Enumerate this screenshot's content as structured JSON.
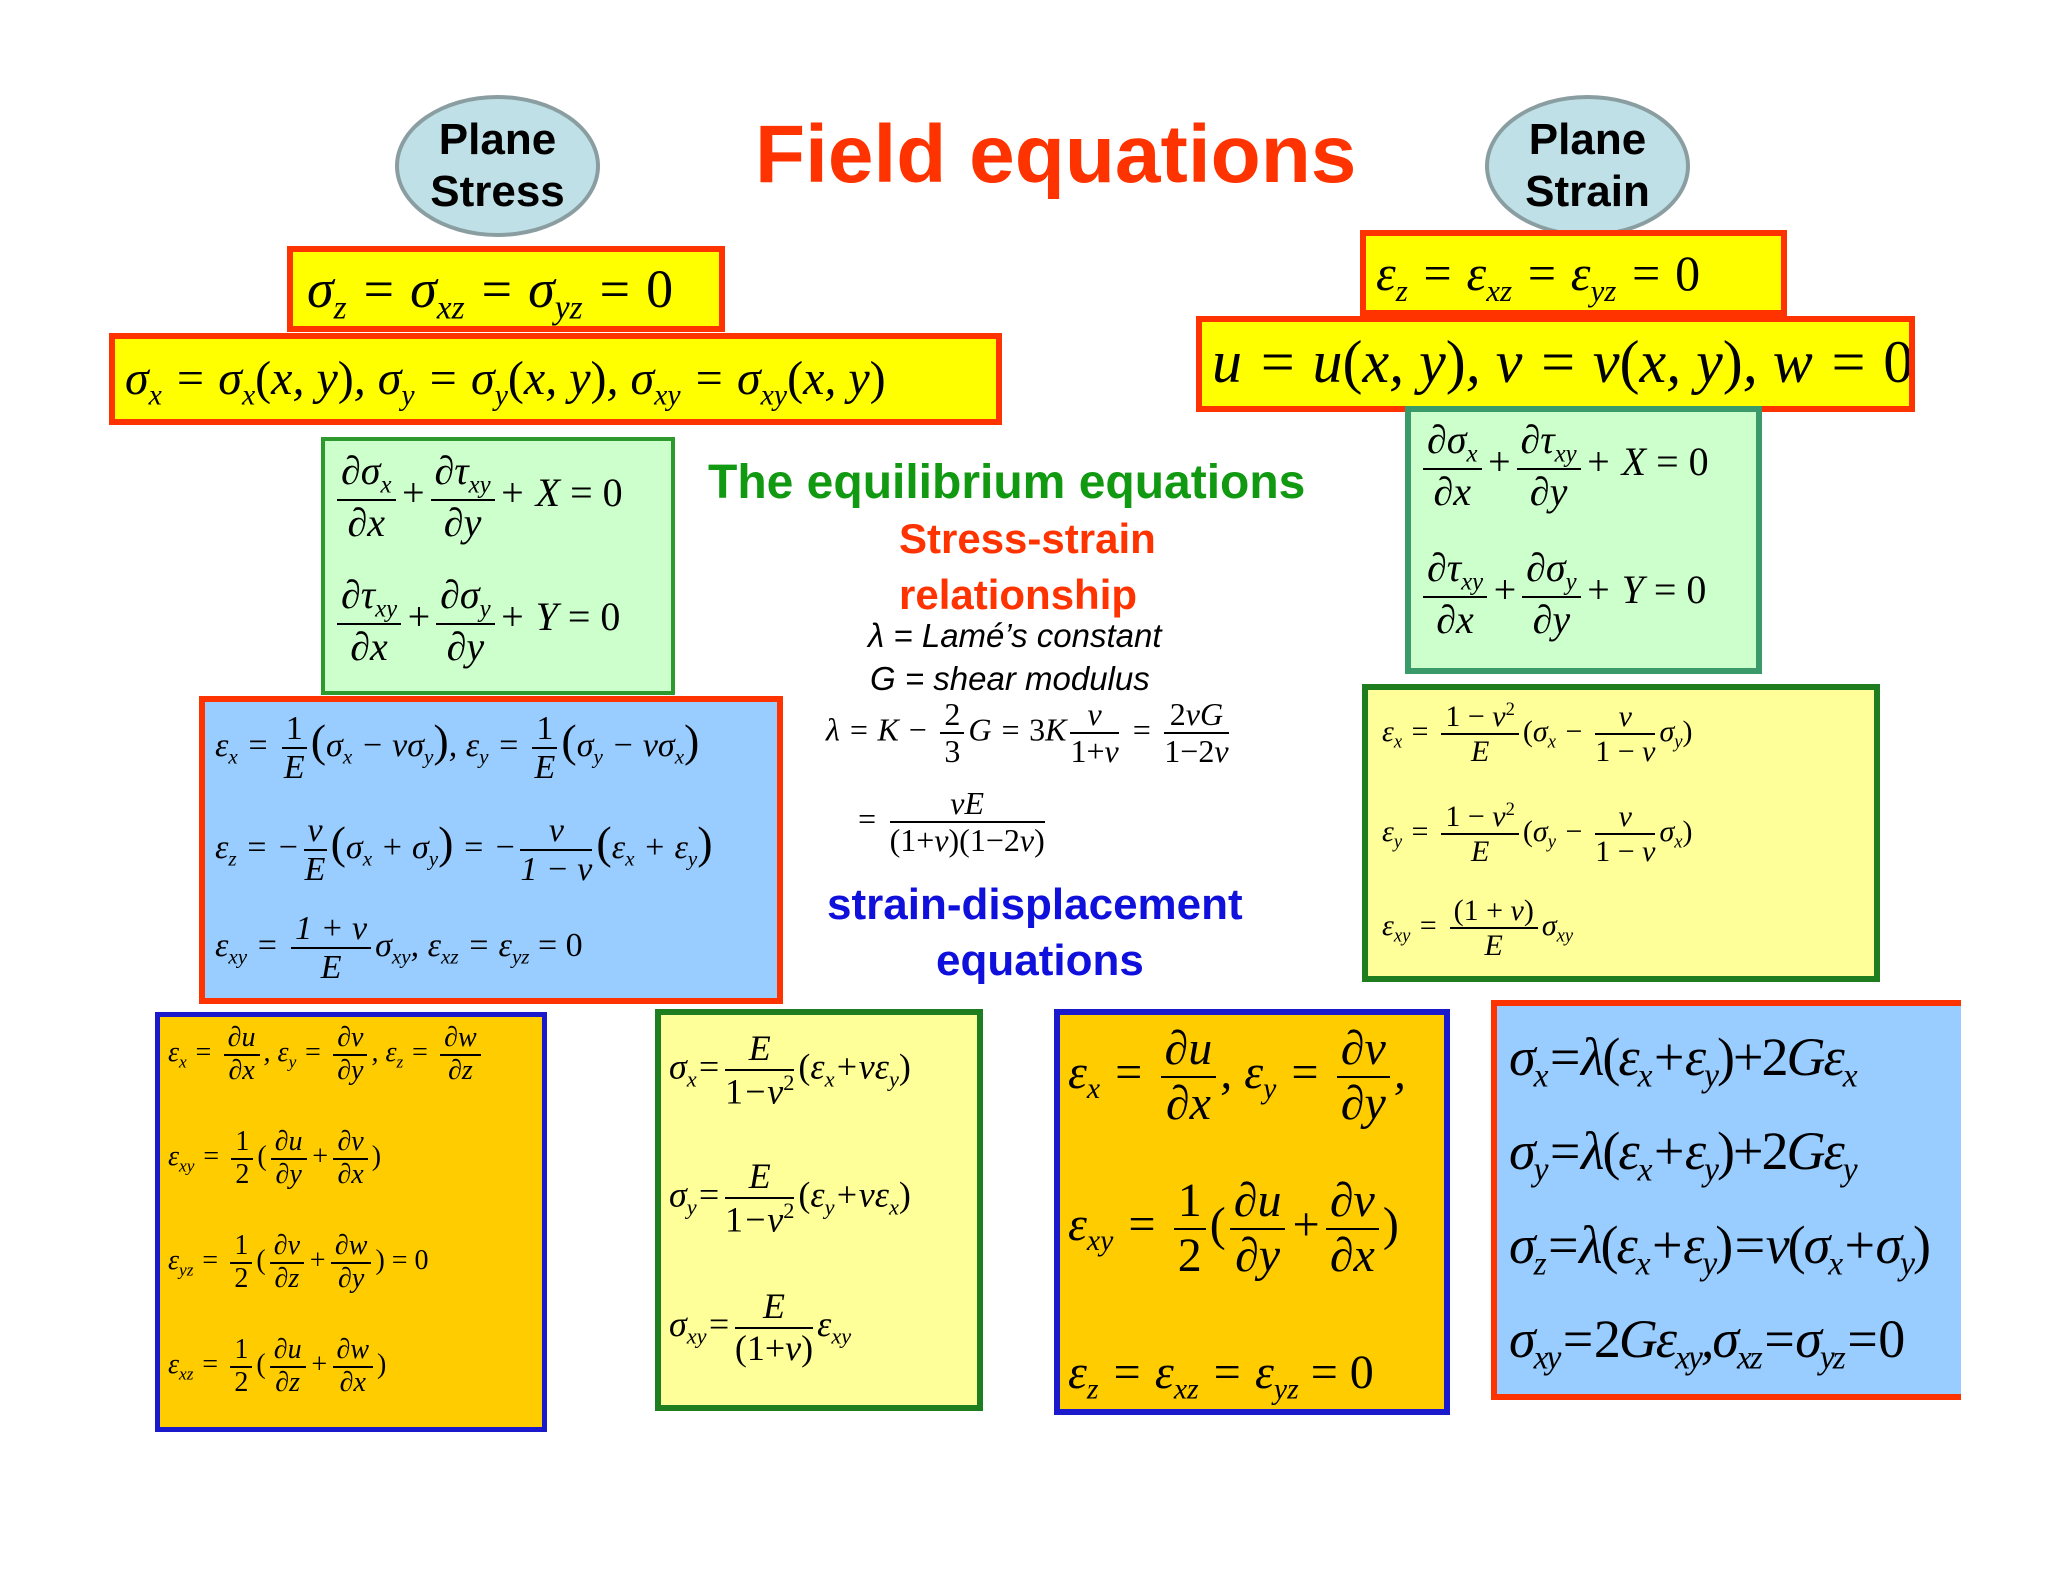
{
  "title": "Field equations",
  "left_label": "Plane\nStress",
  "right_label": "Plane\nStrain",
  "center": {
    "equilibrium": "The equilibrium equations",
    "stress_strain_1": "Stress-strain",
    "stress_strain_2": "relationship",
    "lame": "λ = Lamé’s constant",
    "shear": "G = shear modulus",
    "strain_disp_1": "strain-displacement",
    "strain_disp_2": "equations"
  },
  "colors": {
    "title": "#ff3300",
    "equilibrium": "#119911",
    "stress_strain": "#ff3300",
    "strain_disp": "#1010dd"
  }
}
